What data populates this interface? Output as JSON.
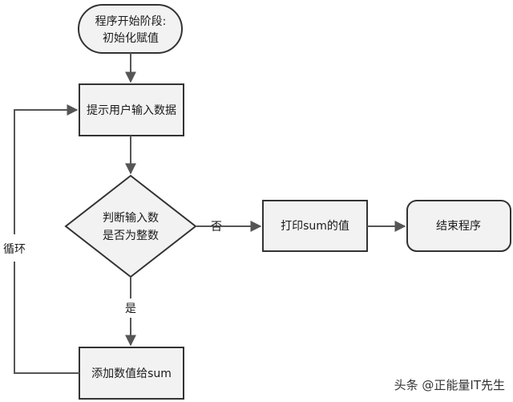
{
  "nodes": {
    "start": {
      "line1": "程序开始阶段:",
      "line2": "初始化赋值"
    },
    "prompt": {
      "label": "提示用户输入数据"
    },
    "decision": {
      "line1": "判断输入数",
      "line2": "是否为整数"
    },
    "print": {
      "label": "打印sum的值"
    },
    "end": {
      "label": "结束程序"
    },
    "add": {
      "label": "添加数值给sum"
    }
  },
  "edges": {
    "no_label": "否",
    "yes_label": "是",
    "loop_label": "循环"
  },
  "watermark": {
    "text": "头条 @正能量IT先生"
  }
}
